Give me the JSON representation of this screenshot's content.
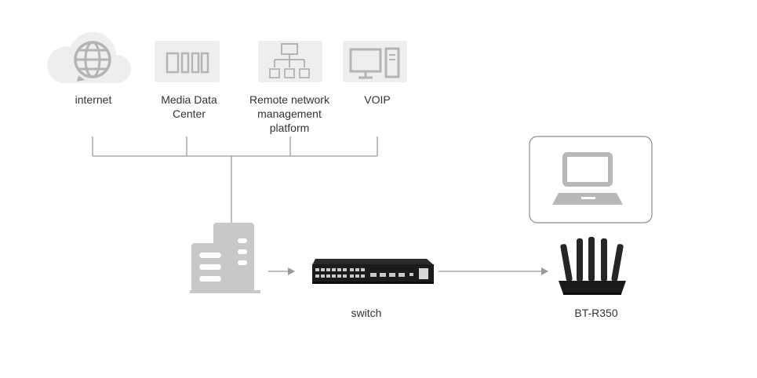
{
  "nodes": {
    "internet": {
      "label": "internet",
      "icon": "cloud-globe-icon"
    },
    "media_data_center": {
      "label": "Media Data\nCenter",
      "icon": "server-rack-icon"
    },
    "remote_platform": {
      "label": "Remote network\nmanagement\nplatform",
      "icon": "network-management-icon"
    },
    "voip": {
      "label": "VOIP",
      "icon": "desktop-computer-icon"
    },
    "building": {
      "icon": "building-icon"
    },
    "switch": {
      "label": "switch",
      "icon": "network-switch-icon"
    },
    "router": {
      "label": "BT-R350",
      "icon": "router-icon"
    },
    "laptop": {
      "icon": "laptop-icon"
    }
  },
  "colors": {
    "icon_gray": "#c8c8c8",
    "icon_bg": "#eeeeee",
    "line": "#9a9a9a",
    "text": "#333333",
    "device_dark": "#1e1e1e"
  }
}
